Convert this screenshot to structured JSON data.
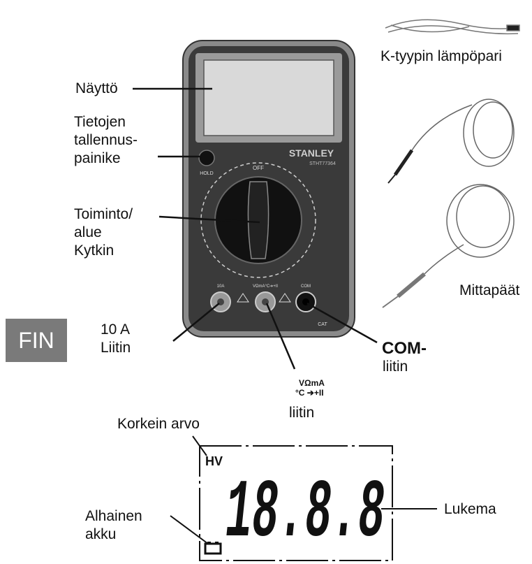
{
  "labels": {
    "display": "Näyttö",
    "hold_button": "Tietojen\ntallennus-\npainike",
    "function_switch": "Toiminto/\nalue\nKytkin",
    "thermocouple": "K-tyypin lämpöpari",
    "probes": "Mittapäät",
    "jack_10a": "10 A\nLiitin",
    "jack_vohm_symbols_1": "VΩmA",
    "jack_vohm_symbols_2": "°C ➔+II",
    "jack_vohm": "liitin",
    "jack_com_title": "COM-",
    "jack_com": "liitin",
    "max_value": "Korkein arvo",
    "low_battery": "Alhainen\nakku",
    "reading": "Lukema"
  },
  "language_tab": "FIN",
  "meter": {
    "brand": "STANLEY",
    "model": "STHT77364",
    "off": "OFF",
    "hold": "HOLD",
    "jack_10a": "10A",
    "jack_v": "VΩmA°C➔+II",
    "jack_com": "COM",
    "cat": "CAT"
  },
  "lcd": {
    "hv": "HV",
    "digits": "18.8.8"
  },
  "colors": {
    "meter_body": "#3a3a3a",
    "meter_frame": "#8a8a8a",
    "screen": "#d9d9d9",
    "tab": "#7a7a7a"
  }
}
